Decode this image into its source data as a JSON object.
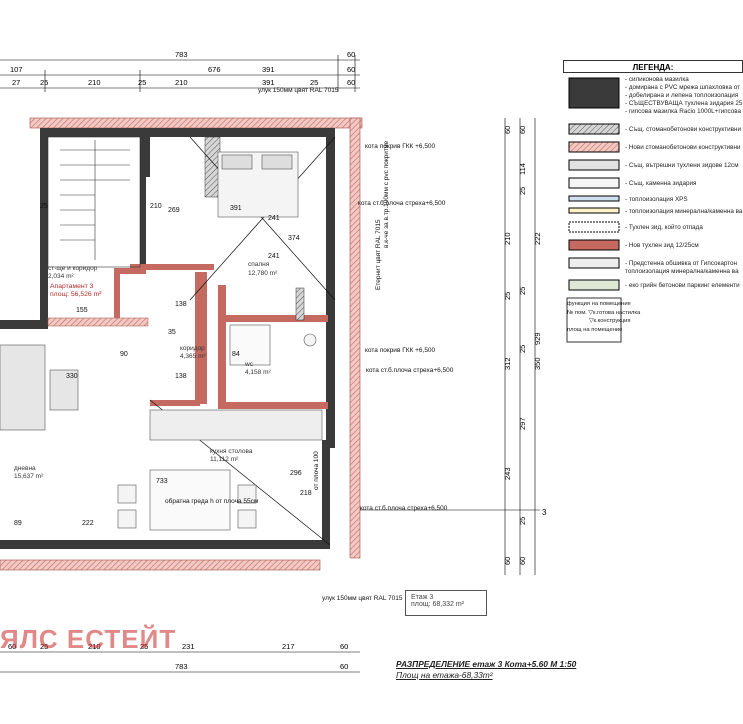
{
  "colors": {
    "wall_existing": "#3a3a3a",
    "wall_new": "#d98b86",
    "brick": "#c46a60",
    "dim_line": "#000000",
    "red_hatch": "#e8a09a"
  },
  "top_dims": {
    "row1": [
      "783",
      "60"
    ],
    "row2": [
      "107",
      "676",
      "391",
      "60"
    ],
    "row3": [
      "27",
      "25",
      "210",
      "25",
      "210",
      "391",
      "25",
      "60"
    ]
  },
  "bottom_dims": {
    "row1": [
      "60",
      "25",
      "210",
      "25",
      "231",
      "217",
      "60"
    ],
    "row2": [
      "783",
      "60"
    ]
  },
  "right_dims": {
    "col1": [
      "60",
      "114",
      "25",
      "25",
      "25",
      "297",
      "25",
      "60"
    ],
    "col2": [
      "60",
      "210",
      "25",
      "312",
      "243",
      "60"
    ],
    "col3": [
      "222",
      "350",
      "929"
    ]
  },
  "rooms": [
    {
      "name": "спалня",
      "area": "12,780 m²"
    },
    {
      "name": "коридор",
      "area": "4,365 m²"
    },
    {
      "name": "кухня столова",
      "area": "11,112 m²"
    },
    {
      "name": "дневна",
      "area": "15,637 m²"
    },
    {
      "name": "ст-ще и коридор",
      "area": "2,034 m²"
    },
    {
      "name": "wc",
      "area": "4,158 m²"
    }
  ],
  "apartment": {
    "name": "Апартамент 3",
    "area": "площ: 56,526 m²"
  },
  "annotations": [
    "улук 150мм цвят RAL 7015",
    "кота покрив ГКК +6,500",
    "кота ст.б.плоча стреха+6,500",
    "в.к-че за в.тр.100мм с pvc покритие",
    "Етернит цвят RAL 7015",
    "обратна греда h от плоча 55см",
    "от плоча 100"
  ],
  "small_dims": [
    "269",
    "391",
    "241",
    "241",
    "374",
    "138",
    "138",
    "330",
    "296",
    "218",
    "210",
    "222",
    "733",
    "89",
    "155",
    "90",
    "84",
    "35",
    "25"
  ],
  "legend": {
    "title": "ЛЕГЕНДА:",
    "rows": [
      "- силиконова мазилка",
      "- домирана с PVC мрежа шпахловка от",
      "- добелирана и лепена топлоизолация",
      "- СЪЩЕСТВУВАЩА тухлена зидария 25",
      "- гипсова мазилка Racio 1000L+гипсова",
      "- Същ. стоманобетонови конструктивни",
      "- Нови стоманобетонови конструктивни",
      "- Същ. вътрешни тухлени зидове 12см",
      "- Същ. каменна зидария",
      "- топлоизолация XPS",
      "- топлоизолация минерална/каменна ва",
      "- Тухлен зид, който отпада",
      "- Нов тухлен зид 12/25см",
      "- Предстенна обшивка от Гипсокартон",
      "  топлоизолация минерална/каменна ва",
      "- еко грийн бетонови паркинг елементи"
    ],
    "room_key": [
      "функция на помещение",
      "№ пом.",
      "▽к.готова настилка",
      "▽к.конструкция",
      "площ на помещение"
    ]
  },
  "stamp": {
    "line1": "Етаж 3",
    "line2": "площ: 68,332 m²"
  },
  "caption": {
    "line1": "РАЗПРЕДЕЛЕНИЕ етаж 3 Кота+5.60   М 1:50",
    "line2": "Площ на етажа-68,33m²"
  },
  "watermark": "ЯЛС ЕСТЕЙТ",
  "axis_marker": "3"
}
